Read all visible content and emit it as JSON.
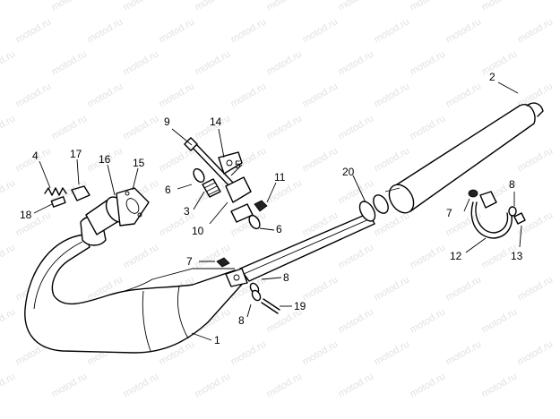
{
  "diagram": {
    "watermark": "motod.ru",
    "callouts": [
      {
        "id": "c1",
        "label": "1"
      },
      {
        "id": "c2",
        "label": "2"
      },
      {
        "id": "c3",
        "label": "3"
      },
      {
        "id": "c4",
        "label": "4"
      },
      {
        "id": "c5",
        "label": "5"
      },
      {
        "id": "c6a",
        "label": "6"
      },
      {
        "id": "c6b",
        "label": "6"
      },
      {
        "id": "c7a",
        "label": "7"
      },
      {
        "id": "c7b",
        "label": "7"
      },
      {
        "id": "c8a",
        "label": "8"
      },
      {
        "id": "c8b",
        "label": "8"
      },
      {
        "id": "c8c",
        "label": "8"
      },
      {
        "id": "c9",
        "label": "9"
      },
      {
        "id": "c10",
        "label": "10"
      },
      {
        "id": "c11",
        "label": "11"
      },
      {
        "id": "c12",
        "label": "12"
      },
      {
        "id": "c13",
        "label": "13"
      },
      {
        "id": "c14",
        "label": "14"
      },
      {
        "id": "c15",
        "label": "15"
      },
      {
        "id": "c16",
        "label": "16"
      },
      {
        "id": "c17",
        "label": "17"
      },
      {
        "id": "c18",
        "label": "18"
      },
      {
        "id": "c19",
        "label": "19"
      },
      {
        "id": "c20",
        "label": "20"
      }
    ]
  }
}
